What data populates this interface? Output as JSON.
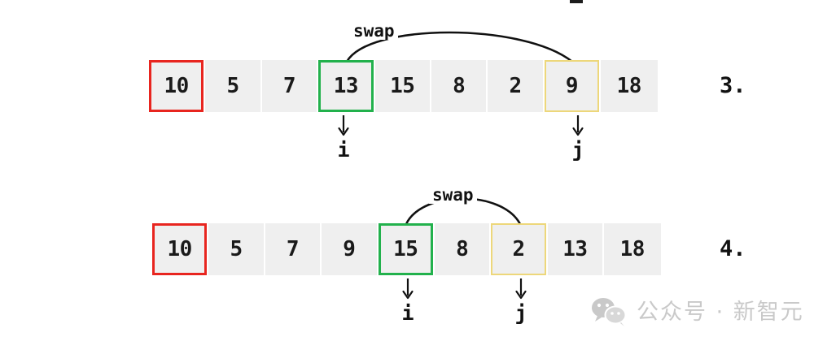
{
  "diagram": {
    "title_hidden": "",
    "algorithm": "quicksort-partition-swap-steps",
    "colors": {
      "cell_background": "#efefef",
      "cell_divider": "#ffffff",
      "pivot_border": "#e8251f",
      "pointer_i_border": "#22b14c",
      "pointer_j_border": "#edd77a",
      "text": "#111111",
      "watermark": "#c9c9c9",
      "page_background": "#ffffff"
    },
    "steps": [
      {
        "index_label": "3.",
        "values": [
          "10",
          "5",
          "7",
          "13",
          "15",
          "8",
          "2",
          "9",
          "18"
        ],
        "pivot_cell": 0,
        "i_cell": 3,
        "j_cell": 7,
        "swap_label": "swap",
        "pointer_i_label": "i",
        "pointer_j_label": "j"
      },
      {
        "index_label": "4.",
        "values": [
          "10",
          "5",
          "7",
          "9",
          "15",
          "8",
          "2",
          "13",
          "18"
        ],
        "pivot_cell": 0,
        "i_cell": 4,
        "j_cell": 6,
        "swap_label": "swap",
        "pointer_i_label": "i",
        "pointer_j_label": "j"
      }
    ]
  },
  "watermark": {
    "icon": "wechat-icon",
    "text": "公众号 · 新智元"
  }
}
